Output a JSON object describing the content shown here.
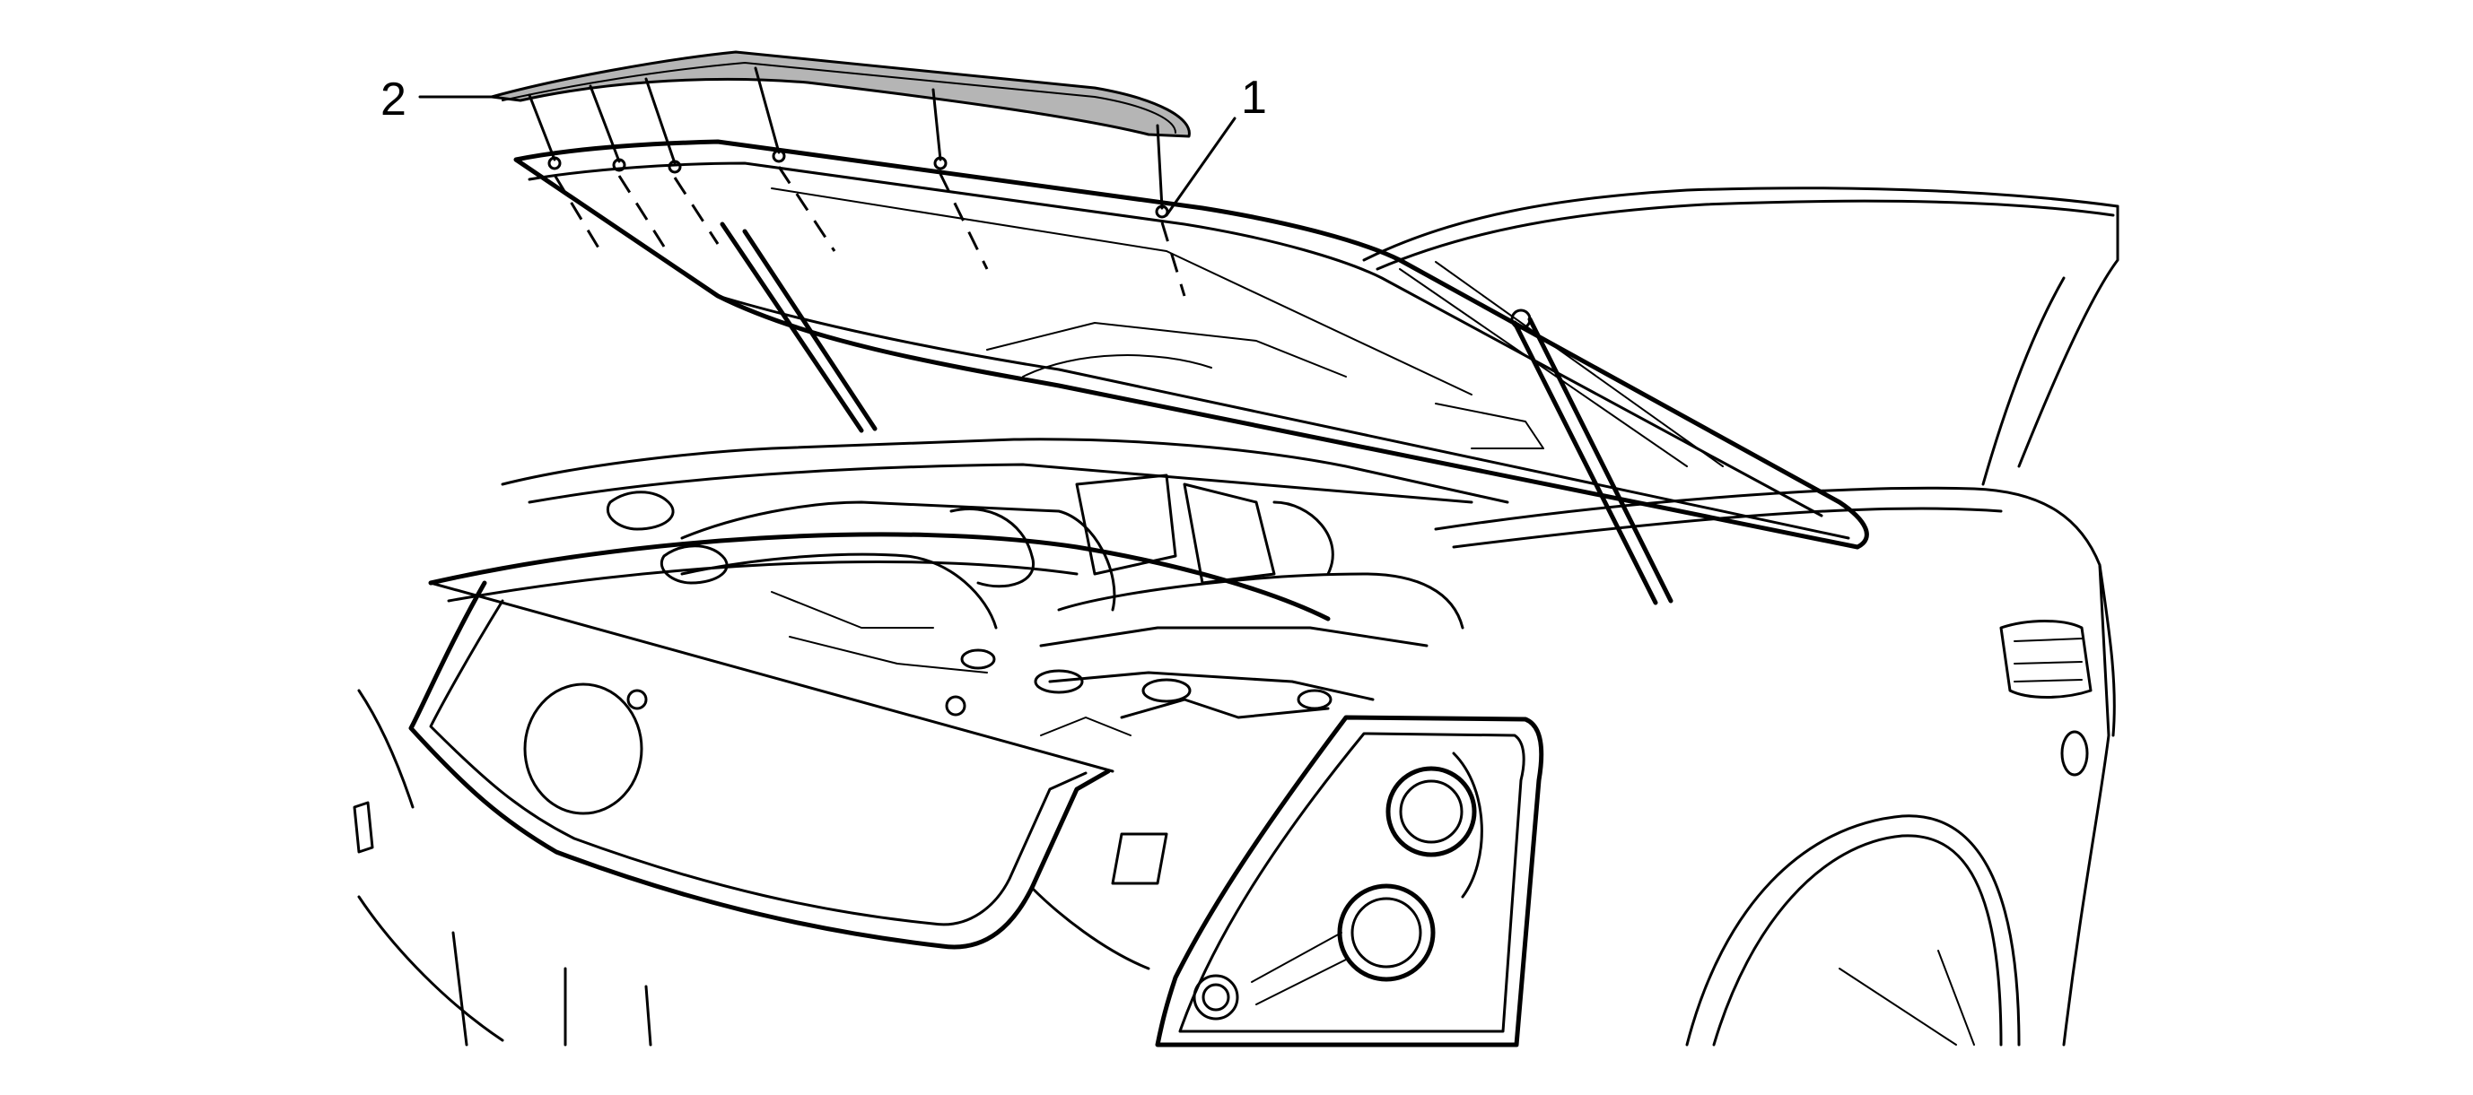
{
  "callouts": [
    {
      "id": "1",
      "label": "1"
    },
    {
      "id": "2",
      "label": "2"
    }
  ],
  "colors": {
    "line": "#000000",
    "background": "#ffffff",
    "molding_fill": "#b5b5b5"
  }
}
